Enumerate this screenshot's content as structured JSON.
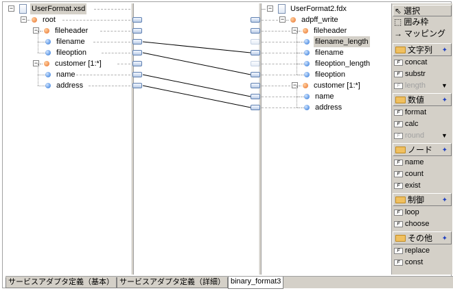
{
  "source_tree": {
    "rows": [
      {
        "label": "UserFormat.xsd",
        "kind": "file",
        "depth": 0,
        "selected": true
      },
      {
        "label": "root",
        "kind": "element",
        "depth": 1
      },
      {
        "label": "fileheader",
        "kind": "element",
        "depth": 2
      },
      {
        "label": "filename",
        "kind": "attribute",
        "depth": 3
      },
      {
        "label": "fileoption",
        "kind": "attribute",
        "depth": 3
      },
      {
        "label": "customer [1:*]",
        "kind": "element",
        "depth": 2
      },
      {
        "label": "name",
        "kind": "attribute",
        "depth": 3
      },
      {
        "label": "address",
        "kind": "attribute",
        "depth": 3
      }
    ]
  },
  "target_tree": {
    "rows": [
      {
        "label": "UserFormat2.fdx",
        "kind": "file",
        "depth": 0
      },
      {
        "label": "adpff_write",
        "kind": "element",
        "depth": 1
      },
      {
        "label": "fileheader",
        "kind": "element",
        "depth": 2
      },
      {
        "label": "filename_length",
        "kind": "attribute",
        "depth": 3,
        "selected": true,
        "faded": true
      },
      {
        "label": "filename",
        "kind": "attribute",
        "depth": 3
      },
      {
        "label": "fileoption_length",
        "kind": "attribute",
        "depth": 3,
        "faded": true
      },
      {
        "label": "fileoption",
        "kind": "attribute",
        "depth": 3
      },
      {
        "label": "customer [1:*]",
        "kind": "element",
        "depth": 2
      },
      {
        "label": "name",
        "kind": "attribute",
        "depth": 3
      },
      {
        "label": "address",
        "kind": "attribute",
        "depth": 3
      }
    ]
  },
  "mappings": [
    {
      "from": "filename",
      "to": "filename"
    },
    {
      "from": "fileoption",
      "to": "fileoption"
    },
    {
      "from": "name",
      "to": "name"
    },
    {
      "from": "address",
      "to": "address"
    }
  ],
  "palette": {
    "tools": [
      {
        "label": "選択",
        "icon": "cursor-arrow-icon",
        "selected": true
      },
      {
        "label": "囲み枠",
        "icon": "marquee-icon"
      },
      {
        "label": "マッピング",
        "icon": "arrow-line-icon"
      }
    ],
    "groups": [
      {
        "label": "文字列",
        "items": [
          "concat",
          "substr",
          "length"
        ]
      },
      {
        "label": "数値",
        "items": [
          "format",
          "calc",
          "round"
        ]
      },
      {
        "label": "ノード",
        "items": [
          "name",
          "count",
          "exist"
        ]
      },
      {
        "label": "制御",
        "items": [
          "loop",
          "choose"
        ]
      },
      {
        "label": "その他",
        "items": [
          "replace",
          "const"
        ]
      }
    ]
  },
  "tabs": [
    {
      "label": "サービスアダプタ定義（基本）"
    },
    {
      "label": "サービスアダプタ定義（詳細）"
    },
    {
      "label": "binary_format3",
      "active": true
    }
  ],
  "colors": {
    "element": "#e8702a",
    "attribute": "#2a74d8",
    "panel": "#d4d0c8"
  }
}
